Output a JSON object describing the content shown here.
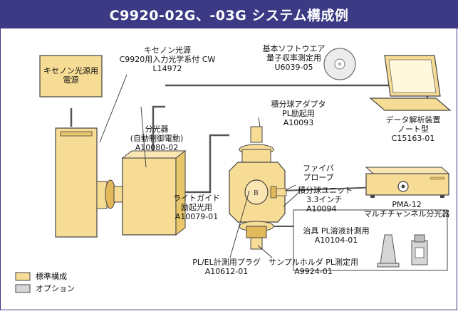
{
  "title": "C9920-02G、-03G システム構成例",
  "colors": {
    "header_bg": "#3d3a85",
    "standard_fill": "#f7dc95",
    "option_fill": "#d6d6d6",
    "line": "#555555"
  },
  "components": {
    "xenon_psu": {
      "line1": "キセノン光源用",
      "line2": "電源"
    },
    "xenon_source": {
      "line1": "キセノン光源",
      "line2": "C9920用入力光学系付 CW",
      "line3": "L14972"
    },
    "software": {
      "line1": "基本ソフトウエア",
      "line2": "量子収率測定用",
      "line3": "U6039-05"
    },
    "pc": {
      "line1": "データ解析装置",
      "line2": "ノート型",
      "line3": "C15163-01"
    },
    "spectrometer": {
      "line1": "分光器",
      "line2": "(自動制御電動)",
      "line3": "A10080-02"
    },
    "adapter": {
      "line1": "積分球アダプタ",
      "line2": "PL励起用",
      "line3": "A10093"
    },
    "fiber": {
      "line1": "ファイバ",
      "line2": "プローブ"
    },
    "light_guide": {
      "line1": "ライトガイド",
      "line2": "励起光用",
      "line3": "A10079-01"
    },
    "sphere": {
      "line1": "積分球ユニット",
      "line2": "3.3インチ",
      "line3": "A10094"
    },
    "pma": {
      "line1": "PMA-12",
      "line2": "マルチチャンネル分光器"
    },
    "jig": {
      "line1": "治具 PL溶液計測用",
      "line2": "A10104-01"
    },
    "plug": {
      "line1": "PL/EL計測用プラグ",
      "line2": "A10612-01"
    },
    "holder": {
      "line1": "サンプルホルダ PL測定用",
      "line2": "A9924-01"
    }
  },
  "legend": {
    "standard": "標準構成",
    "option": "オプション"
  }
}
